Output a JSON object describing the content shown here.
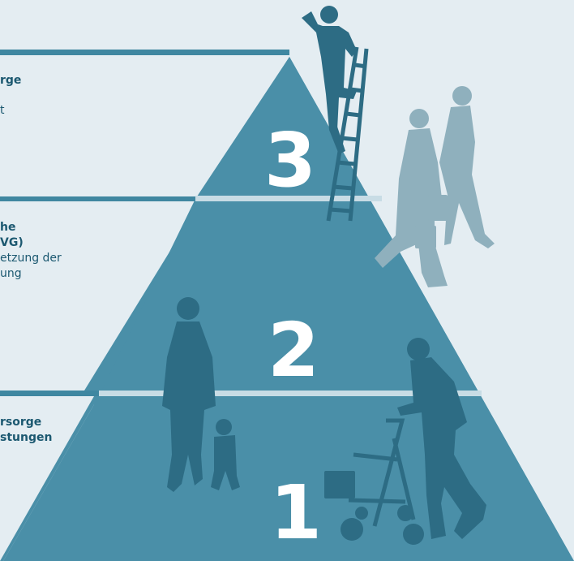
{
  "pyramid": {
    "levels": [
      {
        "number": "3",
        "label_lines": [
          "rge",
          "t"
        ]
      },
      {
        "number": "2",
        "label_lines": [
          "he",
          "VG)",
          "etzung der",
          "ung"
        ]
      },
      {
        "number": "1",
        "label_lines": [
          "rsorge",
          "stungen"
        ]
      }
    ]
  },
  "colors": {
    "background": "#e4edf2",
    "pyramid": "#4a8fa8",
    "divider": "#c8dce5",
    "label_line": "#3f87a1",
    "figures_dark": "#2d6c84",
    "figures_light": "#8fb0bd",
    "label_text": "#1b5870"
  },
  "icons": [
    "person-on-ladder-icon",
    "walking-couple-icon",
    "mother-and-child-icon",
    "senior-with-rollator-icon"
  ]
}
